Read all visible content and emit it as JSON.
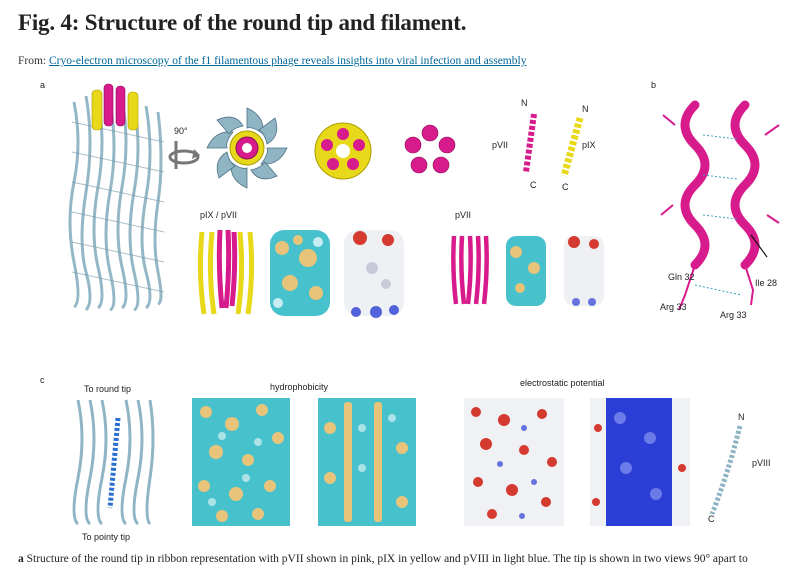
{
  "figure": {
    "title": "Fig. 4: Structure of the round tip and filament.",
    "from_prefix": "From:",
    "from_link": "Cryo-electron microscopy of the f1 filamentous phage reveals insights into viral infection and assembly"
  },
  "panels": {
    "a": "a",
    "b": "b",
    "c": "c"
  },
  "panel_a": {
    "rotation": "90°",
    "n1": "N",
    "c1": "C",
    "pvii": "pVII",
    "n2": "N",
    "c2": "C",
    "pix": "pIX",
    "group1": "pIX / pVII",
    "group2": "pVII"
  },
  "panel_b": {
    "gln32": "Gln 32",
    "ile28": "Ile 28",
    "arg33a": "Arg 33",
    "arg33b": "Arg 33"
  },
  "panel_c": {
    "to_round": "To round tip",
    "to_pointy": "To  pointy tip",
    "hydrophobicity": "hydrophobicity",
    "electrostatic": "electrostatic potential",
    "n": "N",
    "c": "C",
    "pviii": "pVIII"
  },
  "caption": {
    "bold": "a",
    "text": " Structure of the round tip in ribbon representation with pVII shown in pink, pIX in yellow and pVIII in light blue. The tip is shown in two views 90° apart to"
  },
  "colors": {
    "pvii": "#d81b8c",
    "pix": "#e8d81a",
    "pviii": "#8fb4c4",
    "hydrophobic": "#e8c47a",
    "hydrophilic": "#47c1cc",
    "negative": "#d43a2f",
    "positive": "#2b3fd6",
    "link": "#006699"
  }
}
